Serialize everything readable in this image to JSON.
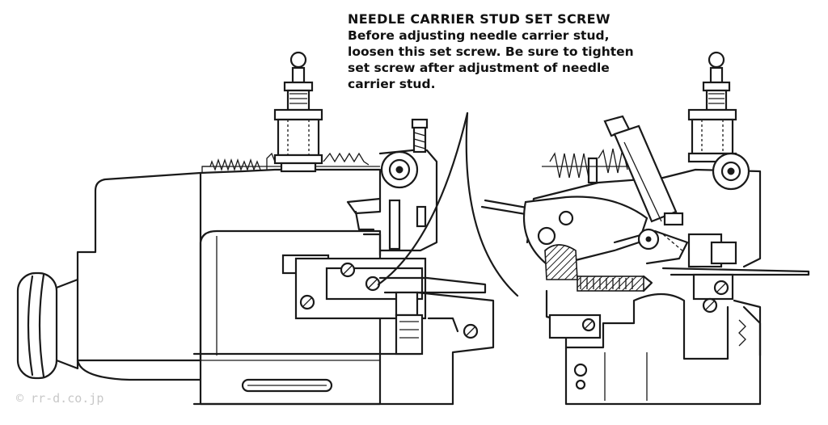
{
  "callout": {
    "title": "NEEDLE CARRIER STUD SET SCREW",
    "body": "Before adjusting needle carrier stud,\nloosen this set screw. Be sure to tighten\nset screw after adjustment of needle\ncarrier stud."
  },
  "watermark": "© rr-d.co.jp",
  "colors": {
    "line": "#1a1a1a",
    "background": "#ffffff"
  }
}
